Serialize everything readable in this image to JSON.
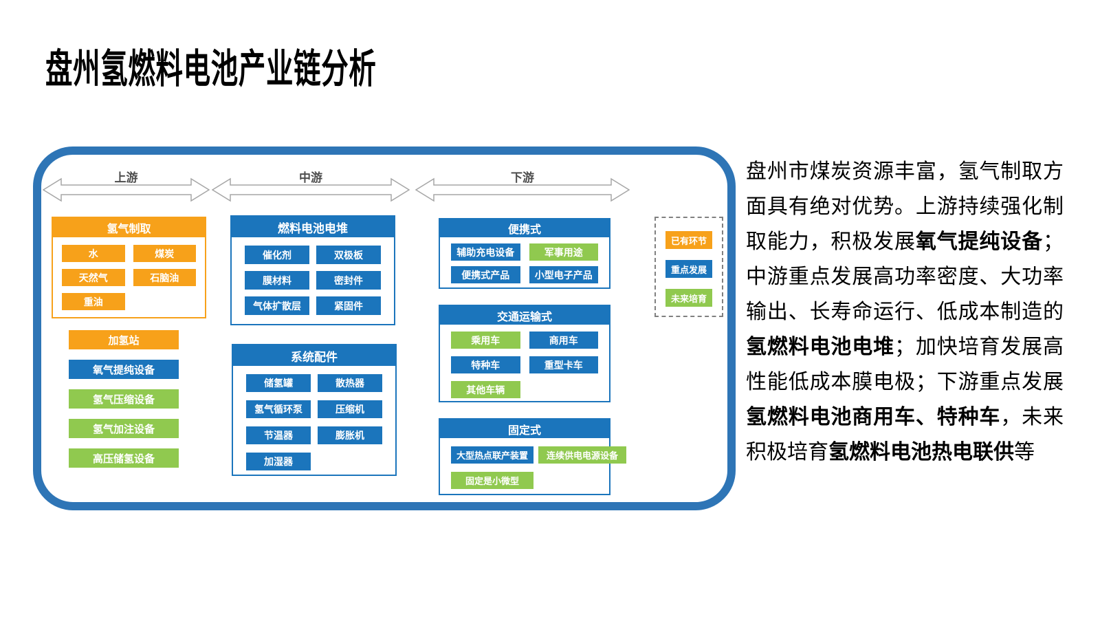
{
  "title": "盘州氢燃料电池产业链分析",
  "colors": {
    "existing": "#F7A11A",
    "key": "#1B75BC",
    "future": "#90C94F",
    "frame": "#2E75B6"
  },
  "stages": [
    {
      "label": "上游"
    },
    {
      "label": "中游"
    },
    {
      "label": "下游"
    }
  ],
  "upstream": {
    "production": {
      "header": {
        "label": "氢气制取",
        "type": "existing"
      },
      "items": [
        {
          "label": "水",
          "type": "existing"
        },
        {
          "label": "煤炭",
          "type": "existing"
        },
        {
          "label": "天然气",
          "type": "existing"
        },
        {
          "label": "石脑油",
          "type": "existing"
        },
        {
          "label": "重油",
          "type": "existing"
        }
      ]
    },
    "standalone": [
      {
        "label": "加氢站",
        "type": "existing"
      },
      {
        "label": "氧气提纯设备",
        "type": "key"
      },
      {
        "label": "氢气压缩设备",
        "type": "future"
      },
      {
        "label": "氢气加注设备",
        "type": "future"
      },
      {
        "label": "高压储氢设备",
        "type": "future"
      }
    ]
  },
  "midstream": {
    "stack": {
      "header": {
        "label": "燃料电池电堆",
        "type": "key"
      },
      "items": [
        {
          "label": "催化剂",
          "type": "key"
        },
        {
          "label": "双极板",
          "type": "key"
        },
        {
          "label": "膜材料",
          "type": "key"
        },
        {
          "label": "密封件",
          "type": "key"
        },
        {
          "label": "气体扩散层",
          "type": "key"
        },
        {
          "label": "紧固件",
          "type": "key"
        }
      ]
    },
    "accessories": {
      "header": {
        "label": "系统配件",
        "type": "key"
      },
      "items": [
        {
          "label": "储氢罐",
          "type": "key"
        },
        {
          "label": "散热器",
          "type": "key"
        },
        {
          "label": "氢气循环泵",
          "type": "key"
        },
        {
          "label": "压缩机",
          "type": "key"
        },
        {
          "label": "节温器",
          "type": "key"
        },
        {
          "label": "膨胀机",
          "type": "key"
        },
        {
          "label": "加湿器",
          "type": "key"
        }
      ]
    }
  },
  "downstream": {
    "portable": {
      "header": {
        "label": "便携式",
        "type": "key"
      },
      "items": [
        {
          "label": "辅助充电设备",
          "type": "key"
        },
        {
          "label": "军事用途",
          "type": "future"
        },
        {
          "label": "便携式产品",
          "type": "key"
        },
        {
          "label": "小型电子产品",
          "type": "key"
        }
      ]
    },
    "transport": {
      "header": {
        "label": "交通运输式",
        "type": "key"
      },
      "items": [
        {
          "label": "乘用车",
          "type": "future"
        },
        {
          "label": "商用车",
          "type": "key"
        },
        {
          "label": "特种车",
          "type": "key"
        },
        {
          "label": "重型卡车",
          "type": "key"
        },
        {
          "label": "其他车辆",
          "type": "future"
        }
      ]
    },
    "stationary": {
      "header": {
        "label": "固定式",
        "type": "key"
      },
      "items": [
        {
          "label": "大型热点联产装置",
          "type": "key"
        },
        {
          "label": "连续供电电源设备",
          "type": "future"
        },
        {
          "label": "固定是小微型",
          "type": "future"
        }
      ]
    }
  },
  "legend": {
    "items": [
      {
        "label": "已有环节",
        "type": "existing"
      },
      {
        "label": "重点发展",
        "type": "key"
      },
      {
        "label": "未来培育",
        "type": "future"
      }
    ]
  },
  "description": {
    "segments": [
      {
        "text": "盘州市煤炭资源丰富，氢气制取方面具有绝对优势。上游持续强化制取能力，积极发展",
        "bold": false
      },
      {
        "text": "氧气提纯设备",
        "bold": true
      },
      {
        "text": "；中游重点发展高功率密度、大功率输出、长寿命运行、低成本制造的",
        "bold": false
      },
      {
        "text": "氢燃料电池电堆",
        "bold": true
      },
      {
        "text": "；加快培育发展高性能低成本膜电极；下游重点发展",
        "bold": false
      },
      {
        "text": "氢燃料电池商用车、特种车",
        "bold": true
      },
      {
        "text": "，未来积极培育",
        "bold": false
      },
      {
        "text": "氢燃料电池热电联供",
        "bold": true
      },
      {
        "text": "等",
        "bold": false
      }
    ]
  }
}
